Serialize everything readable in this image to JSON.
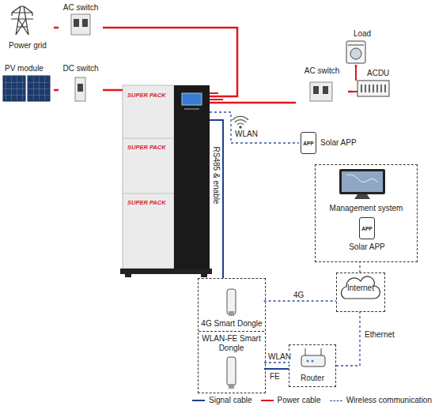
{
  "diagram": {
    "nodes": [
      {
        "text": [
          "Power grid"
        ]
      },
      {
        "text": [
          "AC switch"
        ]
      },
      {
        "text": [
          "PV module"
        ]
      },
      {
        "text": [
          "DC switch"
        ]
      },
      {
        "text": [
          "SUPER PACK",
          "SUPER PACK",
          "SUPER PACK"
        ]
      },
      {
        "text": [
          "Load"
        ]
      },
      {
        "text": [
          "ACDU"
        ]
      },
      {
        "text": [
          "AC switch"
        ]
      },
      {
        "text": [
          "APP",
          "Solar APP"
        ]
      },
      {
        "text": []
      },
      {
        "text": [
          "Management system"
        ],
        "in": 9
      },
      {
        "text": [
          "APP",
          "Solar APP"
        ],
        "in": 9
      },
      {
        "text": []
      },
      {
        "text": [
          "4G Smart Dongle"
        ],
        "in": 12
      },
      {
        "text": [
          "WLAN-FE Smart Dongle"
        ],
        "in": 12
      },
      {
        "text": [
          "Internet"
        ]
      },
      {
        "text": [
          "Router"
        ]
      }
    ],
    "edges": [
      {
        "from": 0,
        "to": 1,
        "arrow": "none"
      },
      {
        "from": 1,
        "to": 4,
        "arrow": "none"
      },
      {
        "from": 2,
        "to": 3,
        "arrow": "none"
      },
      {
        "from": 3,
        "to": 4,
        "arrow": "none"
      },
      {
        "from": 4,
        "to": 7,
        "arrow": "none"
      },
      {
        "from": 7,
        "to": 6,
        "arrow": "none"
      },
      {
        "from": 5,
        "to": 6,
        "arrow": "none"
      },
      {
        "from": 4,
        "to": 8,
        "label": "WLAN",
        "arrow": "none"
      },
      {
        "from": 4,
        "to": 12,
        "label": "RS485 & enable",
        "arrow": "none"
      },
      {
        "from": 13,
        "to": 15,
        "label": "4G",
        "arrow": "none"
      },
      {
        "from": 14,
        "to": 16,
        "label": "WLAN",
        "arrow": "none"
      },
      {
        "from": 14,
        "to": 16,
        "label": "FE",
        "arrow": "none"
      },
      {
        "from": 16,
        "to": 15,
        "label": "Ethernet",
        "arrow": "none"
      },
      {
        "from": 15,
        "to": 9,
        "arrow": "none"
      }
    ],
    "legend": [
      {
        "text": "Signal cable"
      },
      {
        "text": "Power cable"
      },
      {
        "text": "Wireless communication"
      }
    ]
  }
}
